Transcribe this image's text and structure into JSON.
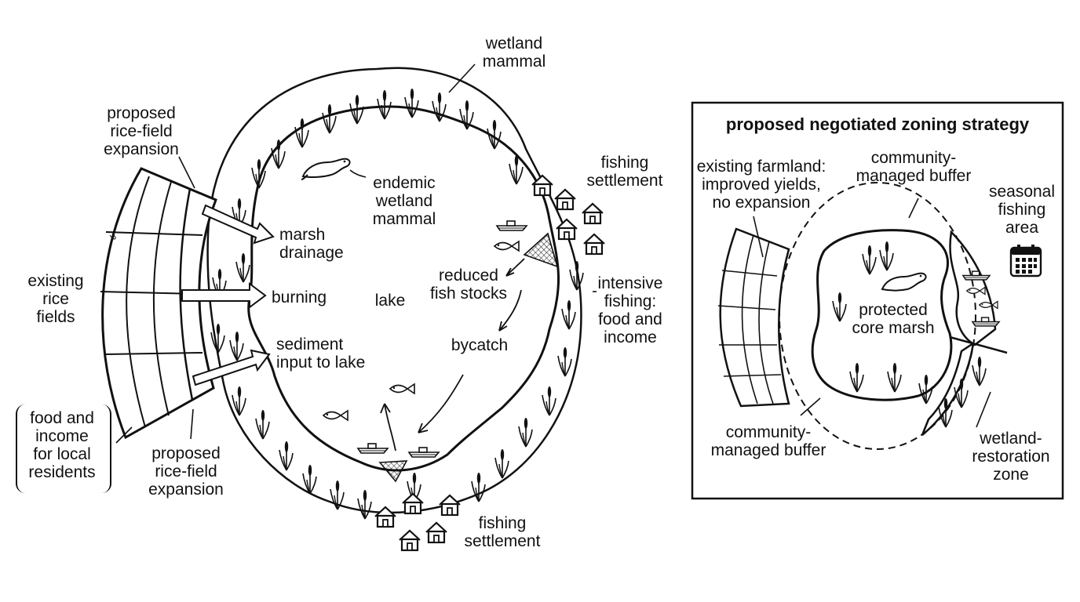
{
  "main_diagram": {
    "labels": {
      "wetland_mammal": "wetland\nmammal",
      "proposed_rice_field_expansion_top": "proposed\nrice-field\nexpansion",
      "proposed_rice_field_expansion_bottom": "proposed\nrice-field\nexpansion",
      "existing_rice_fields": "existing\nrice\nfields",
      "food_and_income_local": "food and\nincome\nfor local\nresidents",
      "marsh_drainage": "marsh\ndrainage",
      "burning": "burning",
      "sediment_input": "sediment\ninput to lake",
      "endemic_wetland_mammal": "endemic\nwetland\nmammal",
      "lake": "lake",
      "reduced_fish_stocks": "reduced\nfish stocks",
      "bycatch": "bycatch",
      "fishing_settlement_top": "fishing\nsettlement",
      "fishing_settlement_bottom": "fishing\nsettlement",
      "intensive_fishing": "intensive\nfishing:\nfood and\nincome"
    }
  },
  "zoning_panel": {
    "title": "proposed negotiated zoning strategy",
    "labels": {
      "existing_farmland": "existing farmland:\nimproved yields,\nno expansion",
      "community_buffer_top": "community-\nmanaged buffer",
      "seasonal_fishing_area": "seasonal\nfishing\narea",
      "protected_core_marsh": "protected\ncore marsh",
      "community_buffer_bottom": "community-\nmanaged buffer",
      "wetland_restoration_zone": "wetland-\nrestoration\nzone"
    }
  },
  "icons": [
    "reed-icon",
    "house-icon",
    "boat-icon",
    "fish-icon",
    "net-icon",
    "otter-icon",
    "calendar-icon"
  ],
  "colors": {
    "ink": "#111111",
    "background": "#ffffff"
  }
}
